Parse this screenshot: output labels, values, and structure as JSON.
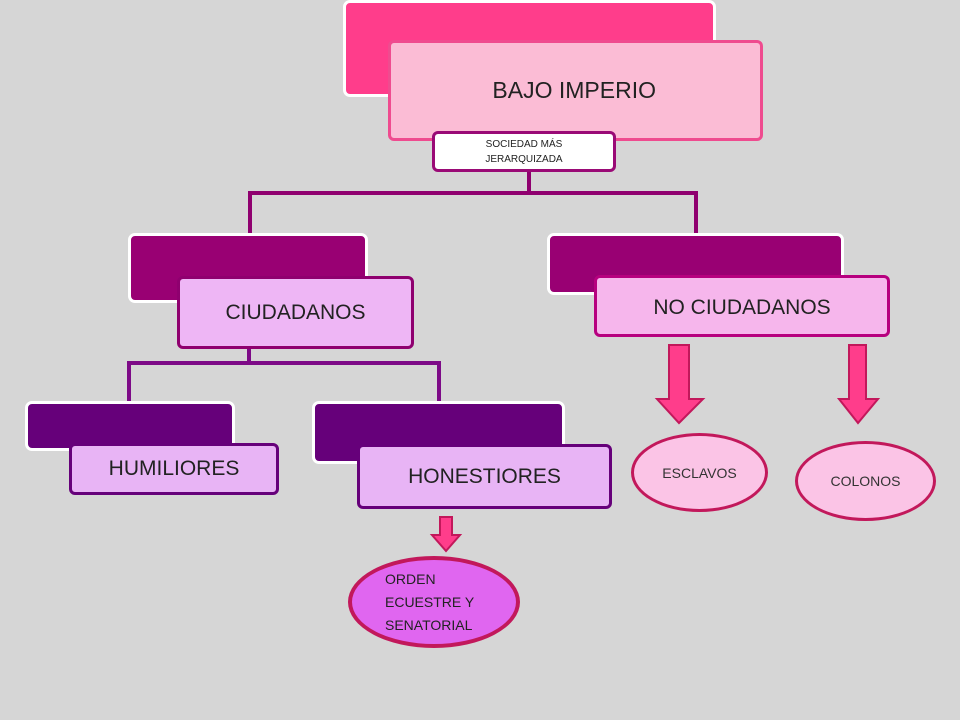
{
  "root": {
    "title": "BAJO IMPERIO",
    "subtitle": "SOCIEDAD  MÁS JERARQUIZADA"
  },
  "level1": {
    "left": {
      "label": "CIUDADANOS"
    },
    "right": {
      "label": "NO CIUDADANOS"
    }
  },
  "level2": {
    "left": {
      "label": "HUMILIORES"
    },
    "right": {
      "label": "HONESTIORES"
    }
  },
  "ellipses": {
    "orden": "ORDEN ECUESTRE Y SENATORIAL",
    "esclavos": "ESCLAVOS",
    "colonos": "COLONOS"
  },
  "colors": {
    "background": "#d6d6d6",
    "root_back": "#ff3d8b",
    "root_front": "#fbbcd5",
    "level1_back": "#990073",
    "level1_left_front": "#eeb6f5",
    "level1_right_front": "#f6b6ec",
    "level2_back": "#66007a",
    "level2_front": "#e8b4f5",
    "arrow": "#ff3d8b",
    "ellipse_orden": "#e066f0",
    "ellipse_pink": "#fbc4e6"
  }
}
